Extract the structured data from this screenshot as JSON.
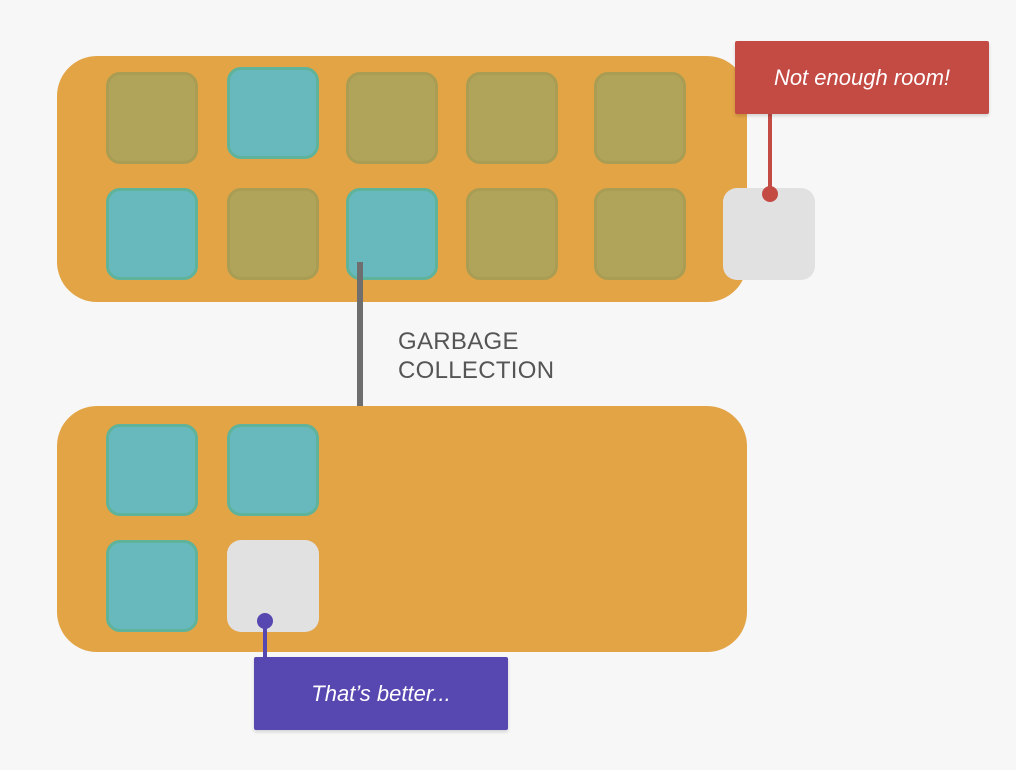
{
  "diagram": {
    "callout_not_enough": "Not enough room!",
    "callout_better": "That’s better...",
    "gc_label_line1": "GARBAGE",
    "gc_label_line2": "COLLECTION"
  },
  "colors": {
    "heap": "#e3a446",
    "live_block": "#67b9bd",
    "dead_block": "#b0a45a",
    "new_block": "#e1e1e1",
    "callout_red": "#c44a44",
    "callout_purple": "#5747b0",
    "arrow": "#6e6e6e"
  }
}
